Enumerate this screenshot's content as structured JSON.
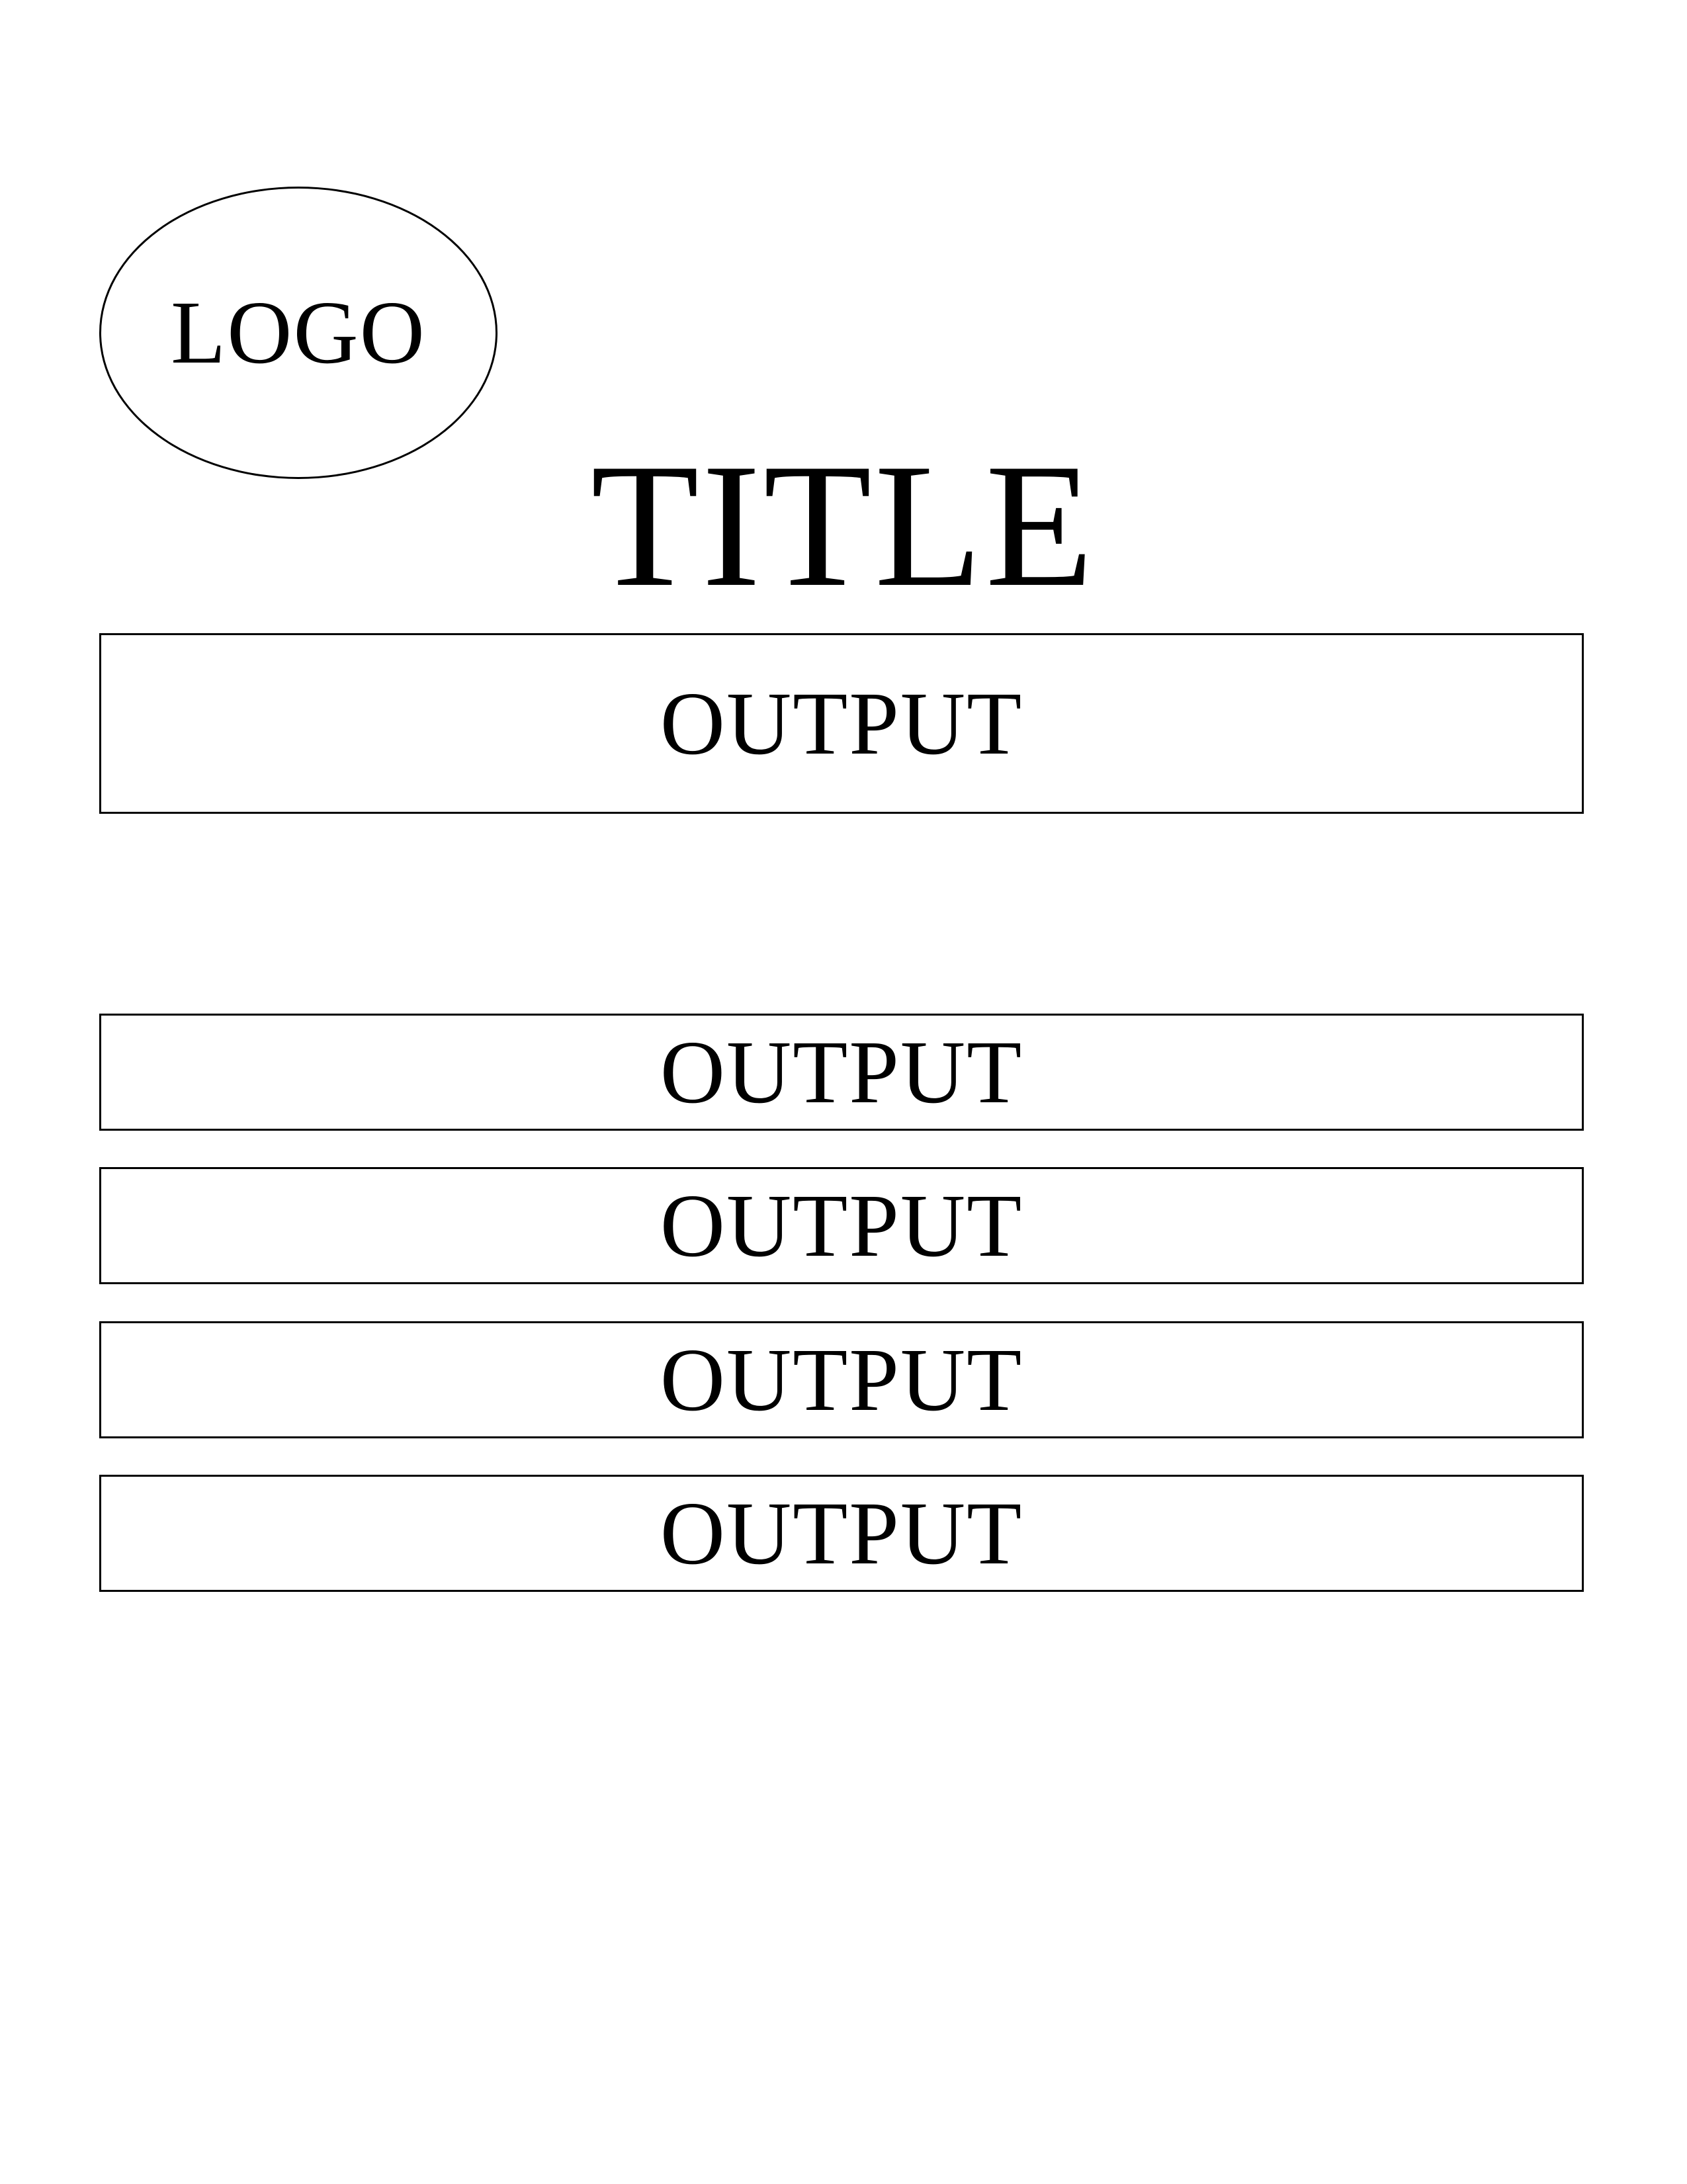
{
  "logo": {
    "label": "LOGO"
  },
  "title": "TITLE",
  "outputs": [
    {
      "label": "OUTPUT"
    },
    {
      "label": "OUTPUT"
    },
    {
      "label": "OUTPUT"
    },
    {
      "label": "OUTPUT"
    },
    {
      "label": "OUTPUT"
    }
  ]
}
